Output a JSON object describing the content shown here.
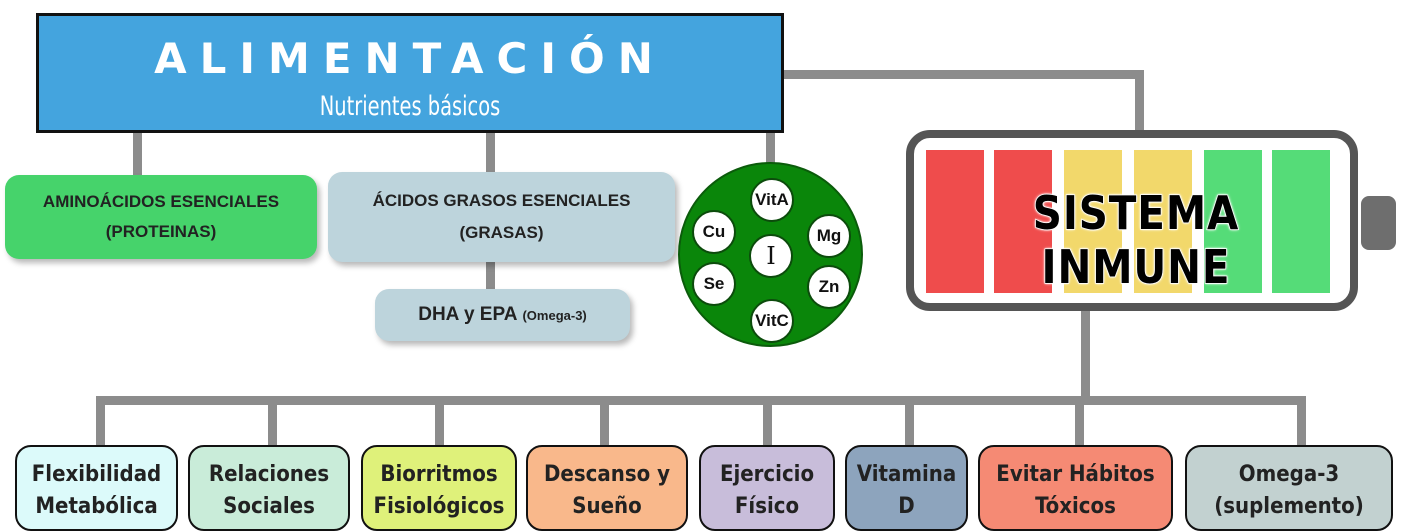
{
  "header": {
    "title": "ALIMENTACIÓN",
    "subtitle": "Nutrientes básicos"
  },
  "macronutrients": [
    {
      "line1": "AMINOÁCIDOS ESENCIALES",
      "line2": "(PROTEINAS)",
      "color": "#46d36b"
    },
    {
      "line1": "ÁCIDOS GRASOS ESENCIALES",
      "line2": "(GRASAS)",
      "color": "#bdd4dc"
    }
  ],
  "dha": {
    "main": "DHA y EPA",
    "note": "(Omega-3)"
  },
  "micronutrients": {
    "center": "I",
    "items": [
      "VitA",
      "Mg",
      "Zn",
      "VitC",
      "Se",
      "Cu"
    ],
    "color": "#0a860a"
  },
  "immune": {
    "label": "SISTEMA INMUNE",
    "cell_colors": [
      "#ef4c4c",
      "#ef4c4c",
      "#f2d86b",
      "#f2d86b",
      "#55dc78",
      "#55dc78"
    ]
  },
  "factors": [
    {
      "text": "Flexibilidad\nMetabólica",
      "color": "#dcfafa"
    },
    {
      "text": "Relaciones\nSociales",
      "color": "#c9ecd9"
    },
    {
      "text": "Biorritmos\nFisiológicos",
      "color": "#dff17a"
    },
    {
      "text": "Descanso y\nSueño",
      "color": "#f9b88b"
    },
    {
      "text": "Ejercicio\nFísico",
      "color": "#c8bdda"
    },
    {
      "text": "Vitamina\nD",
      "color": "#8da4bd"
    },
    {
      "text": "Evitar Hábitos\nTóxicos",
      "color": "#f58a74"
    },
    {
      "text": "Omega-3\n(suplemento)",
      "color": "#c2d1d0"
    }
  ]
}
